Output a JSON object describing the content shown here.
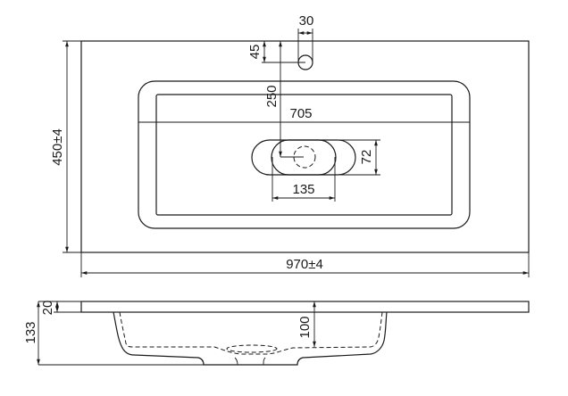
{
  "top_view": {
    "dim_tap_hole_diameter": "30",
    "dim_tap_hole_offset": "45",
    "dim_drain_offset": "250",
    "dim_bowl_width": "705",
    "dim_overflow_height": "72",
    "dim_overflow_width": "135",
    "dim_depth": "450±4",
    "dim_width": "970±4"
  },
  "side_view": {
    "dim_slab_thickness": "20",
    "dim_total_height": "133",
    "dim_bowl_depth": "100"
  },
  "colors": {
    "line": "#1a1a1a",
    "background": "#ffffff"
  }
}
